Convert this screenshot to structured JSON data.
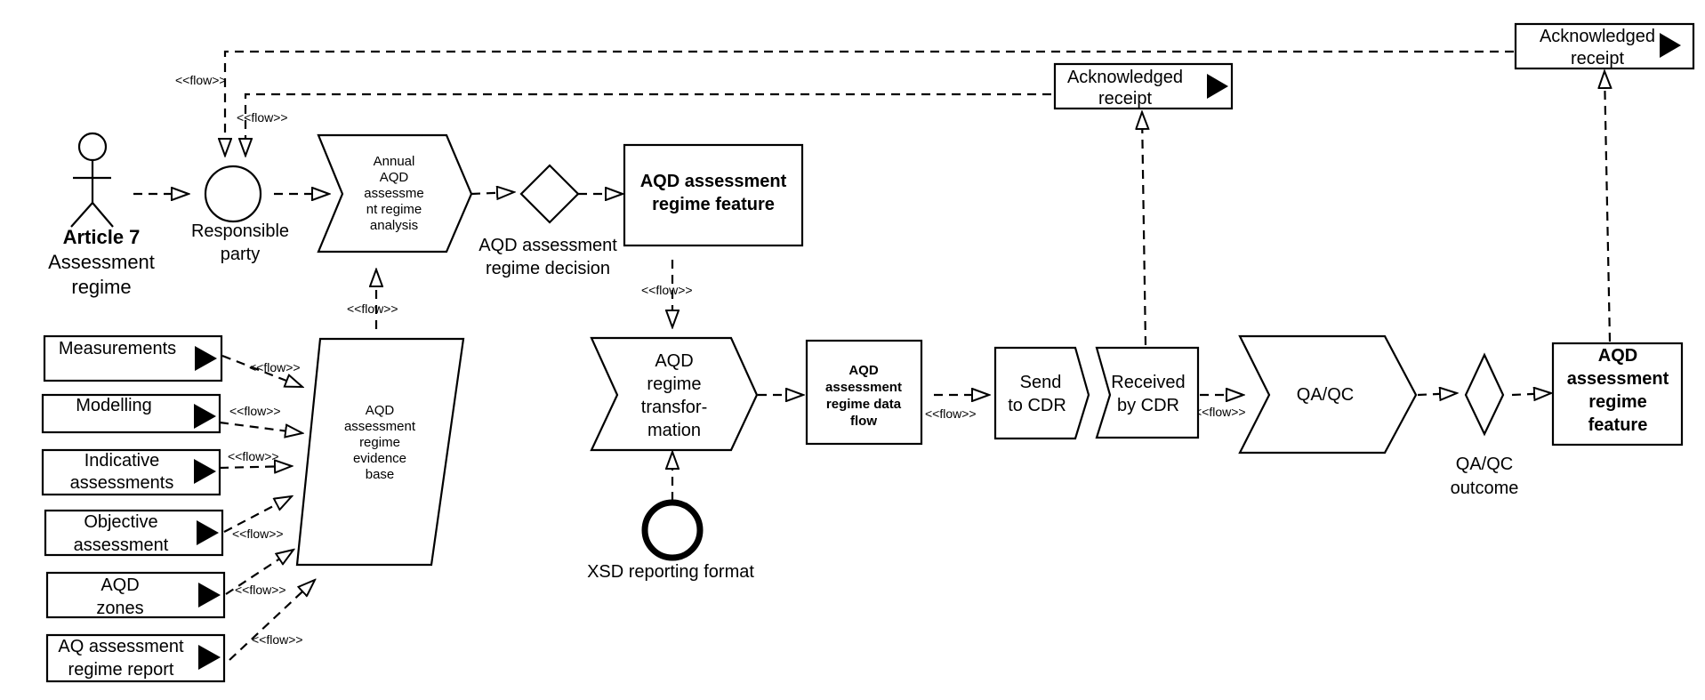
{
  "flow_label": "<<flow>>",
  "actor": {
    "title": "Article 7",
    "line2": "Assessment",
    "line3": "regime"
  },
  "responsible_party": {
    "line1": "Responsible",
    "line2": "party"
  },
  "annual_analysis": {
    "lines": [
      "Annual",
      "AQD",
      "assessme",
      "nt regime",
      "analysis"
    ]
  },
  "decision": {
    "line1": "AQD assessment",
    "line2": "regime decision"
  },
  "feature_top": {
    "line1": "AQD assessment",
    "line2": "regime feature"
  },
  "ack_top": {
    "line1": "Acknowledged",
    "line2": "receipt"
  },
  "ack_mid": {
    "line1": "Acknowledged",
    "line2": "receipt"
  },
  "inputs": [
    {
      "lines": [
        "Measurements"
      ]
    },
    {
      "lines": [
        "Modelling"
      ]
    },
    {
      "lines": [
        "Indicative",
        "assessments"
      ]
    },
    {
      "lines": [
        "Objective",
        "assessment"
      ]
    },
    {
      "lines": [
        "AQD",
        "zones"
      ]
    },
    {
      "lines": [
        "AQ assessment",
        "regime report"
      ]
    }
  ],
  "evidence_base": {
    "lines": [
      "AQD",
      "assessment",
      "regime",
      "evidence",
      "base"
    ]
  },
  "transformation": {
    "lines": [
      "AQD",
      "regime",
      "transfor-",
      "mation"
    ]
  },
  "xsd": {
    "label": "XSD reporting format"
  },
  "data_flow": {
    "lines": [
      "AQD",
      "assessment",
      "regime  data",
      "flow"
    ]
  },
  "send_cdr": {
    "line1": "Send",
    "line2": "to CDR"
  },
  "received_cdr": {
    "line1": "Received",
    "line2": "by CDR"
  },
  "qaqc": {
    "label": "QA/QC"
  },
  "qaqc_outcome": {
    "line1": "QA/QC",
    "line2": "outcome"
  },
  "feature_final": {
    "lines": [
      "AQD",
      "assessment",
      "regime",
      "feature"
    ]
  }
}
